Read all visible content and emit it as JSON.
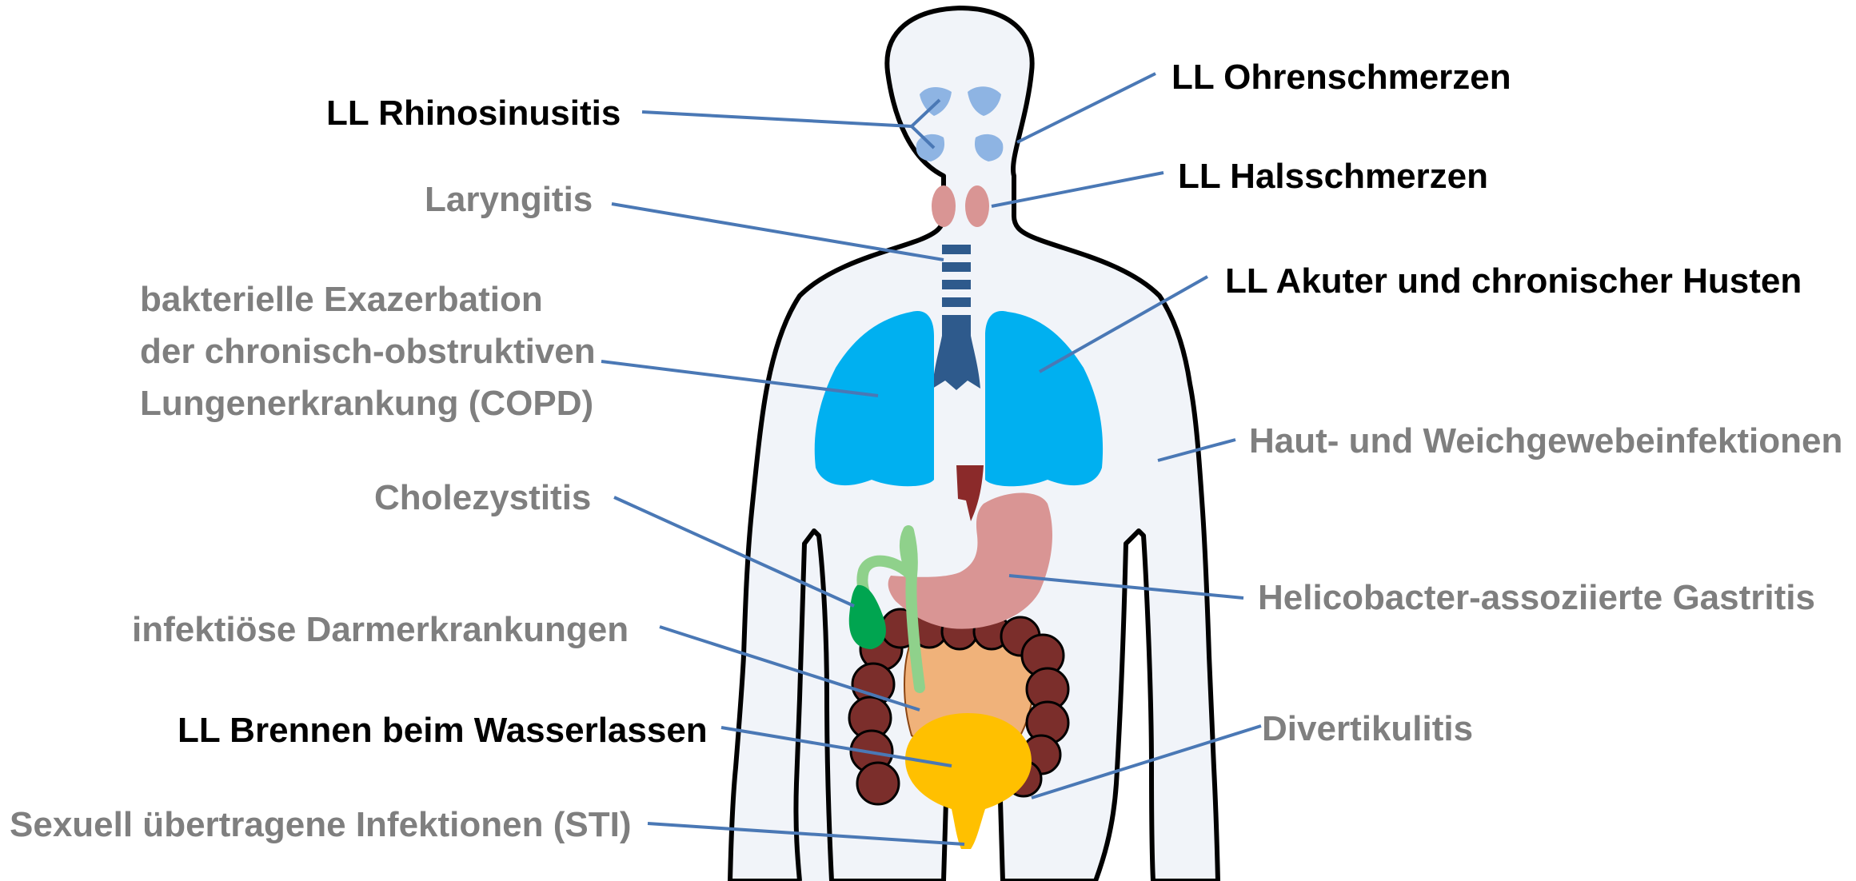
{
  "colors": {
    "leader_line": "#4a78b5",
    "label_guideline": "#000000",
    "label_other": "#7f7f7f",
    "body_fill": "#f1f4f9",
    "body_outline": "#000000",
    "sinus": "#8eb4e3",
    "tonsil": "#d99594",
    "trachea": "#2e5a8c",
    "lung": "#00b0f0",
    "stomach": "#d99594",
    "esophagus": "#8b2a2a",
    "gallbladder": "#00a550",
    "bile_duct": "#8fd18b",
    "colon": "#7b2e2b",
    "small_intestine": "#f0b27a",
    "bladder": "#ffc000"
  },
  "labels": {
    "rhinosinusitis": "LL Rhinosinusitis",
    "ohrenschmerzen": "LL Ohrenschmerzen",
    "halsschmerzen": "LL Halsschmerzen",
    "laryngitis": "Laryngitis",
    "husten": "LL Akuter und chronischer Husten",
    "copd": [
      "bakterielle Exazerbation",
      "der chronisch-obstruktiven",
      "Lungenerkrankung (COPD)"
    ],
    "haut": "Haut- und Weichgewebeinfektionen",
    "cholezystitis": "Cholezystitis",
    "gastritis": "Helicobacter-assoziierte Gastritis",
    "darm": "infektiöse Darmerkrankungen",
    "wasserlassen": "LL Brennen beim Wasserlassen",
    "divertikulitis": "Divertikulitis",
    "sti": "Sexuell übertragene Infektionen (STI)"
  }
}
